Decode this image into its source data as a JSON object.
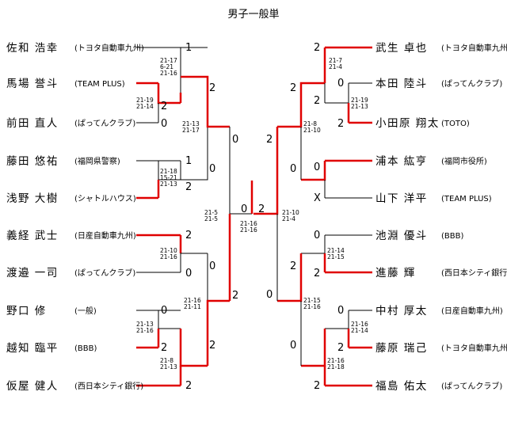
{
  "title": "男子一般単",
  "left_players": [
    {
      "name": "佐和 浩幸",
      "club": "(トヨタ自動車九州)",
      "score": "1"
    },
    {
      "name": "馬場 誉斗",
      "club": "(TEAM PLUS)",
      "score": "2"
    },
    {
      "name": "前田 直人",
      "club": "(ぱってんクラブ)",
      "score": "0"
    },
    {
      "name": "藤田 悠祐",
      "club": "(福岡県警察)",
      "score": "1"
    },
    {
      "name": "浅野 大樹",
      "club": "(シャトルハウス)",
      "score": "2"
    },
    {
      "name": "義経 武士",
      "club": "(日産自動車九州)",
      "score": "2"
    },
    {
      "name": "渡邉 一司",
      "club": "(ぱってんクラブ)",
      "score": "0"
    },
    {
      "name": "野口 修",
      "club": "(一般)",
      "score": "0"
    },
    {
      "name": "越知 臨平",
      "club": "(BBB)",
      "score": "2"
    },
    {
      "name": "仮屋 健人",
      "club": "(西日本シティ銀行)",
      "score": "2"
    }
  ],
  "right_players": [
    {
      "name": "武生 卓也",
      "club": "(トヨタ自動車九州)",
      "score": "2"
    },
    {
      "name": "本田 陸斗",
      "club": "(ぱってんクラブ)",
      "score": "0"
    },
    {
      "name": "小田原 翔太",
      "club": "(TOTO)",
      "score": "2"
    },
    {
      "name": "浦本 紘亨",
      "club": "(福岡市役所)",
      "score": ""
    },
    {
      "name": "山下 洋平",
      "club": "(TEAM PLUS)",
      "score": "X"
    },
    {
      "name": "池淵 優斗",
      "club": "(BBB)",
      "score": "0"
    },
    {
      "name": "進藤 輝",
      "club": "(西日本シティ銀行)",
      "score": "2"
    },
    {
      "name": "中村 厚太",
      "club": "(日産自動車九州)",
      "score": "0"
    },
    {
      "name": "藤原 瑞己",
      "club": "(トヨタ自動車九州)",
      "score": "2"
    },
    {
      "name": "福島 佑太",
      "club": "(ぱってんクラブ)",
      "score": "2"
    }
  ],
  "scores": {
    "l_r1a_2": "2",
    "l_r1a_3": "0",
    "l_r1b_4": "1",
    "l_r1b_5": "0",
    "l_r1c_7": "0",
    "l_r1d_8": "0",
    "l_r1d_9": "2",
    "l_r2a_top": "2",
    "l_r2a_bot": "0",
    "l_r2b_top": "0",
    "l_r2b_bot": "2",
    "l_r3_top": "0",
    "l_r3_bot": "2",
    "l_sf": "0",
    "final_left": "0",
    "final_right": "2",
    "r_r1a_2": "2",
    "r_r1a_3": "0",
    "r_r1b_4": "0",
    "r_r1c_6": "2",
    "r_r1d_8": "0",
    "r_r1d_9": "2",
    "r_r2a_top": "2",
    "r_r2a_bot": "0",
    "r_r2b_top": "2",
    "r_r2b_bot": "0",
    "r_r3_top": "2",
    "r_r3_bot": "0",
    "r_sf": "2"
  },
  "game_scores": {
    "l_m1": [
      "21-17",
      "6-21",
      "21-16"
    ],
    "l_m2": [
      "21-19",
      "21-14"
    ],
    "l_m3": [
      "21-13",
      "21-17"
    ],
    "l_m4": [
      "21-18",
      "15-21",
      "21-13"
    ],
    "l_m5": [
      "21-5",
      "21-5"
    ],
    "l_m6": [
      "21-10",
      "21-16"
    ],
    "l_m7": [
      "21-16",
      "21-11"
    ],
    "l_m8": [
      "21-13",
      "21-16"
    ],
    "l_m9": [
      "21-8",
      "21-13"
    ],
    "final": [
      "21-16",
      "21-16"
    ],
    "r_m1": [
      "21-7",
      "21-4"
    ],
    "r_m2": [
      "21-19",
      "21-13"
    ],
    "r_m3": [
      "21-8",
      "21-10"
    ],
    "r_m4": [
      "21-10",
      "21-4"
    ],
    "r_m5": [
      "21-14",
      "21-15"
    ],
    "r_m6": [
      "21-15",
      "21-16"
    ],
    "r_m7": [
      "21-16",
      "21-14"
    ],
    "r_m8": [
      "21-16",
      "21-18"
    ]
  },
  "colors": {
    "win": "#e00000",
    "line": "#000000"
  }
}
